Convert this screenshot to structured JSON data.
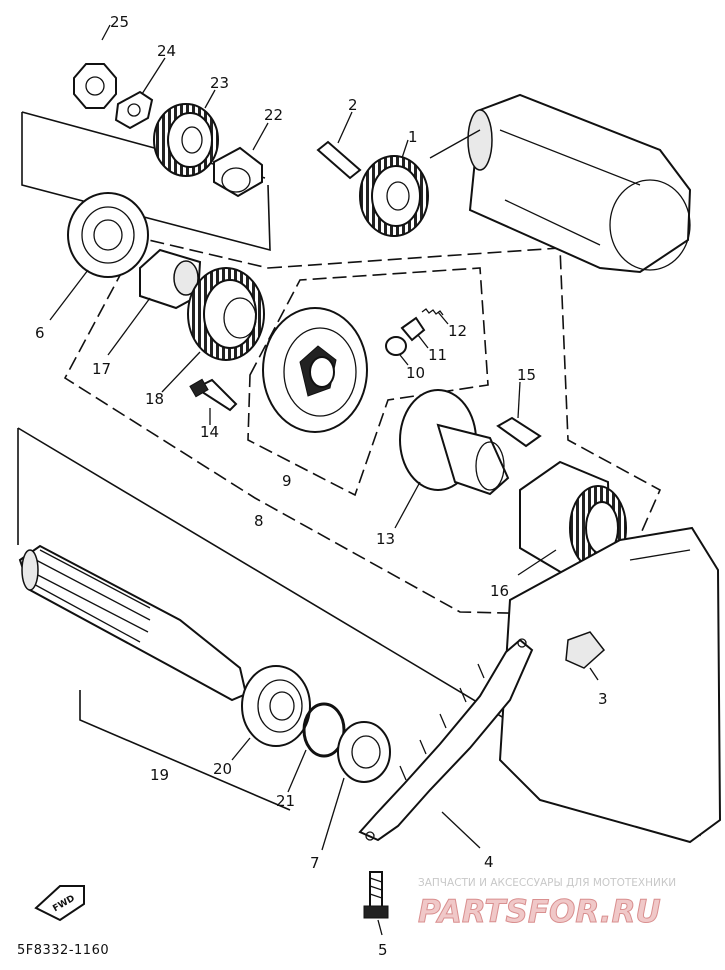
{
  "diagram_code": "5F8332-1160",
  "direction_label": "FWD",
  "watermark": {
    "line1": "ЗАПЧАСТИ И АКСЕССУАРЫ ДЛЯ МОТОТЕХНИКИ",
    "line2": "PARTSFOR.RU"
  },
  "parts": {
    "p1": "1",
    "p2": "2",
    "p3": "3",
    "p4": "4",
    "p5": "5",
    "p6": "6",
    "p7": "7",
    "p8": "8",
    "p9": "9",
    "p10": "10",
    "p11": "11",
    "p12": "12",
    "p13": "13",
    "p14": "14",
    "p15": "15",
    "p16": "16",
    "p17": "17",
    "p18": "18",
    "p19": "19",
    "p20": "20",
    "p21": "21",
    "p22": "22",
    "p23": "23",
    "p24": "24",
    "p25": "25"
  }
}
